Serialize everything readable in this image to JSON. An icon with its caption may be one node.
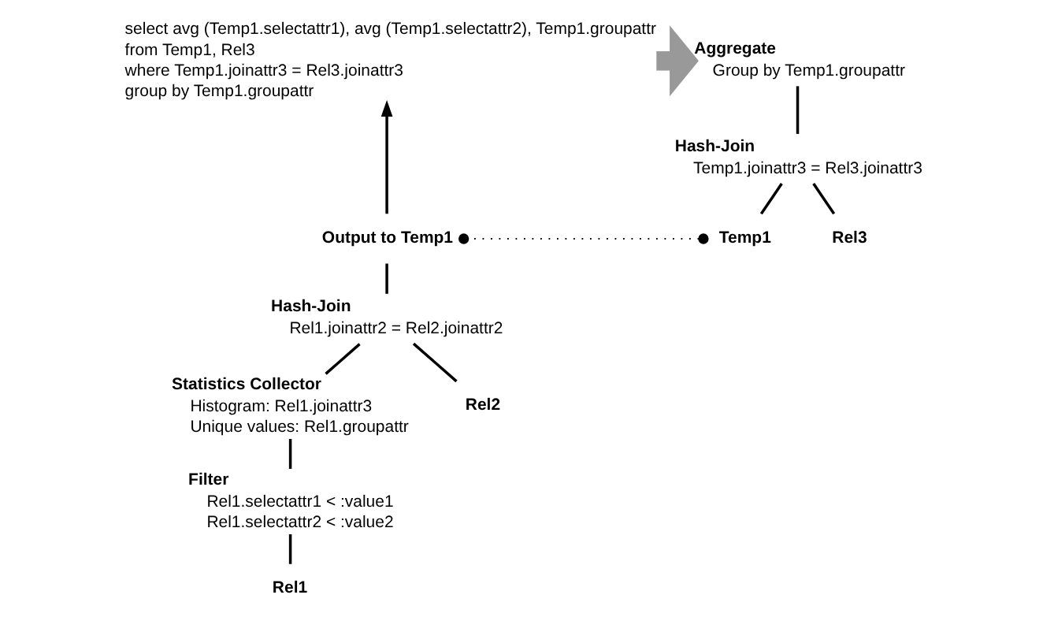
{
  "diagram": {
    "nodes": [
      {
        "text": [
          "select avg (Temp1.selectattr1), avg (Temp1.selectattr2), Temp1.groupattr",
          "from Temp1, Rel3",
          "where Temp1.joinattr3 = Rel3.joinattr3",
          "group by Temp1.groupattr"
        ]
      },
      {
        "text": [
          "Aggregate",
          "Group by Temp1.groupattr"
        ]
      },
      {
        "text": [
          "Hash-Join",
          "Temp1.joinattr3 = Rel3.joinattr3"
        ]
      },
      {
        "text": [
          "Output to Temp1"
        ]
      },
      {
        "text": [
          "Temp1"
        ]
      },
      {
        "text": [
          "Rel3"
        ]
      },
      {
        "text": [
          "Hash-Join",
          "Rel1.joinattr2 = Rel2.joinattr2"
        ]
      },
      {
        "text": [
          "Statistics Collector",
          "Histogram: Rel1.joinattr3",
          "Unique values: Rel1.groupattr"
        ]
      },
      {
        "text": [
          "Rel2"
        ]
      },
      {
        "text": [
          "Filter",
          "Rel1.selectattr1 < :value1",
          "Rel1.selectattr2 < :value2"
        ]
      },
      {
        "text": [
          "Rel1"
        ]
      }
    ],
    "edges": [
      {
        "from": 3,
        "to": 0,
        "arrow": "to"
      },
      {
        "from": 0,
        "to": 1,
        "arrow": "to",
        "style": "thick",
        "color": "#999999"
      },
      {
        "from": 2,
        "to": 1,
        "arrow": "none"
      },
      {
        "from": 4,
        "to": 2,
        "arrow": "none"
      },
      {
        "from": 5,
        "to": 2,
        "arrow": "none"
      },
      {
        "from": 4,
        "to": 3,
        "arrow": "other",
        "style": "dashed"
      },
      {
        "from": 6,
        "to": 3,
        "arrow": "none"
      },
      {
        "from": 7,
        "to": 6,
        "arrow": "none"
      },
      {
        "from": 8,
        "to": 6,
        "arrow": "none"
      },
      {
        "from": 9,
        "to": 7,
        "arrow": "none"
      },
      {
        "from": 10,
        "to": 9,
        "arrow": "none"
      }
    ]
  }
}
